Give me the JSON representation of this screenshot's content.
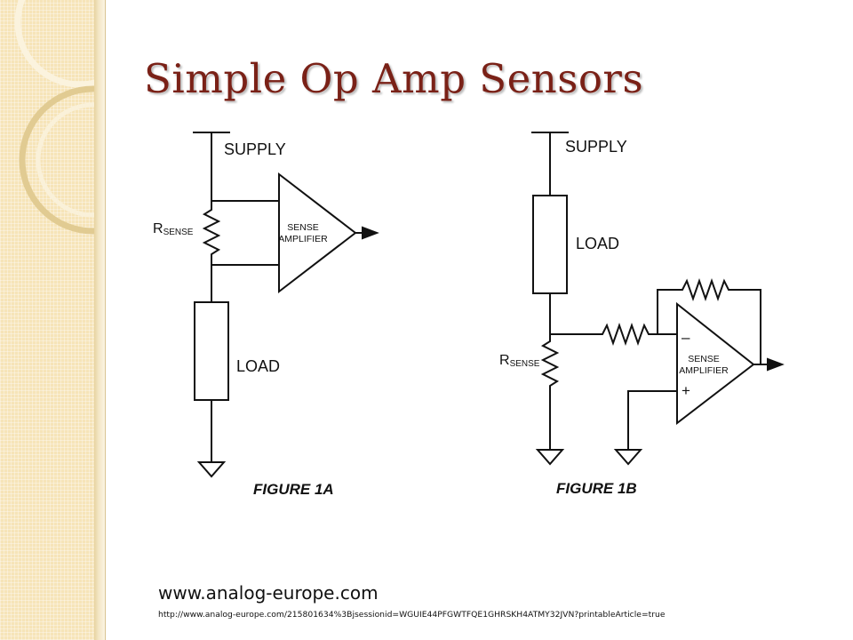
{
  "slide": {
    "title": "Simple Op Amp Sensors",
    "website": "www.analog-europe.com",
    "url": "http://www.analog-europe.com/215801634%3Bjsessionid=WGUIE44PFGWTFQE1GHRSKH4ATMY32JVN?printableArticle=true"
  },
  "figure_1a": {
    "caption": "FIGURE 1A",
    "supply_label": "SUPPLY",
    "rsense_label": {
      "main": "R",
      "sub": "SENSE"
    },
    "load_label": "LOAD",
    "amp_label_line1": "SENSE",
    "amp_label_line2": "AMPLIFIER"
  },
  "figure_1b": {
    "caption": "FIGURE 1B",
    "supply_label": "SUPPLY",
    "load_label": "LOAD",
    "rsense_label": {
      "main": "R",
      "sub": "SENSE"
    },
    "amp_label_line1": "SENSE",
    "amp_label_line2": "AMPLIFIER",
    "minus_sign": "–",
    "plus_sign": "+"
  },
  "colors": {
    "title": "#7a2117",
    "background_panel": "#f6e4b8",
    "lines": "#111111"
  }
}
